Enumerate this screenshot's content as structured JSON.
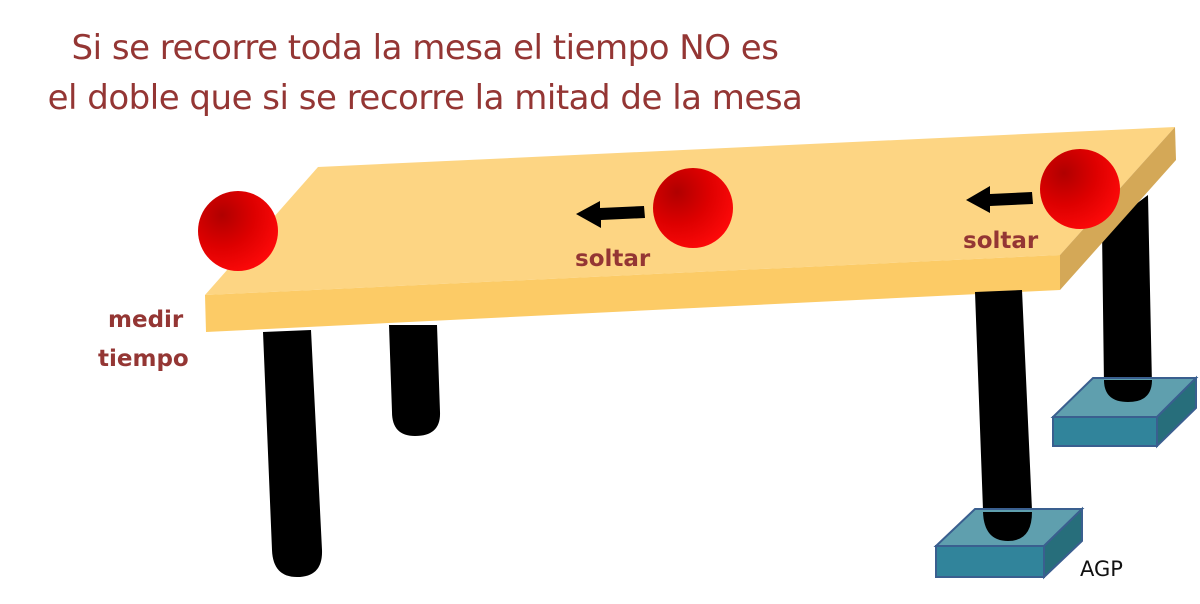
{
  "title": {
    "line1": "Si se recorre toda la mesa el tiempo NO es",
    "line2": "el doble que si se recorre la mitad de la mesa"
  },
  "labels": {
    "measure": [
      "medir",
      "tiempo"
    ],
    "release_middle": "soltar",
    "release_end": "soltar",
    "credit": "AGP"
  },
  "colors": {
    "title_text": "#943634",
    "table_top": "#FDD583",
    "table_front": "#FCCB66",
    "table_side": "#D4A857",
    "legs": "#000000",
    "ball": "#E00000",
    "blocks": "#31849B"
  },
  "diagram": {
    "elements": [
      "table",
      "ball-at-edge",
      "ball-middle",
      "ball-end",
      "arrow-middle",
      "arrow-end",
      "support-block-front",
      "support-block-back"
    ]
  }
}
